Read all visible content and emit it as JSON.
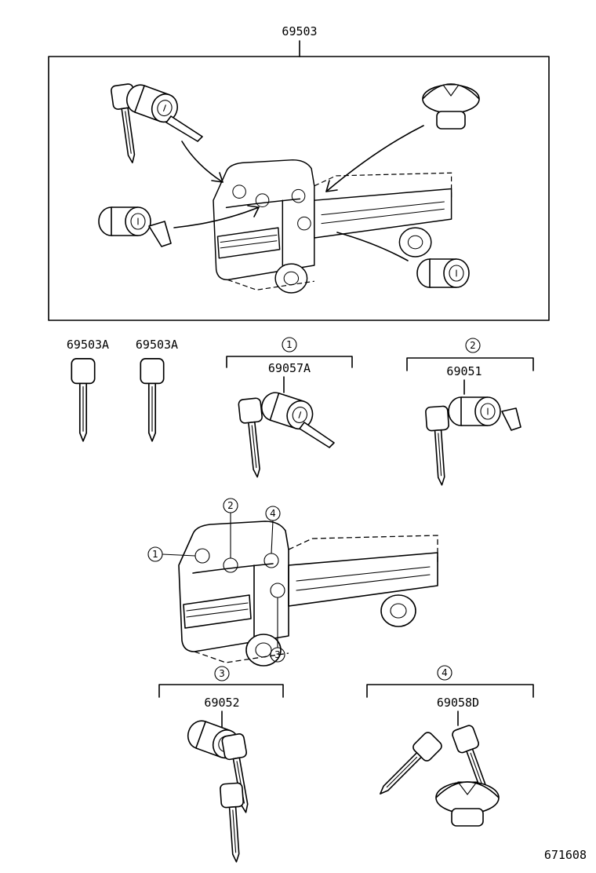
{
  "assembly": {
    "part_number": "69503"
  },
  "parts": {
    "key_a": "69503A",
    "key_b": "69503A",
    "lock_1": "69057A",
    "lock_2": "69051",
    "lock_3": "69052",
    "lock_4": "69058D"
  },
  "callouts": {
    "c1": "1",
    "c2": "2",
    "c3": "3",
    "c4": "4"
  },
  "footer": {
    "figure_id": "671608"
  }
}
